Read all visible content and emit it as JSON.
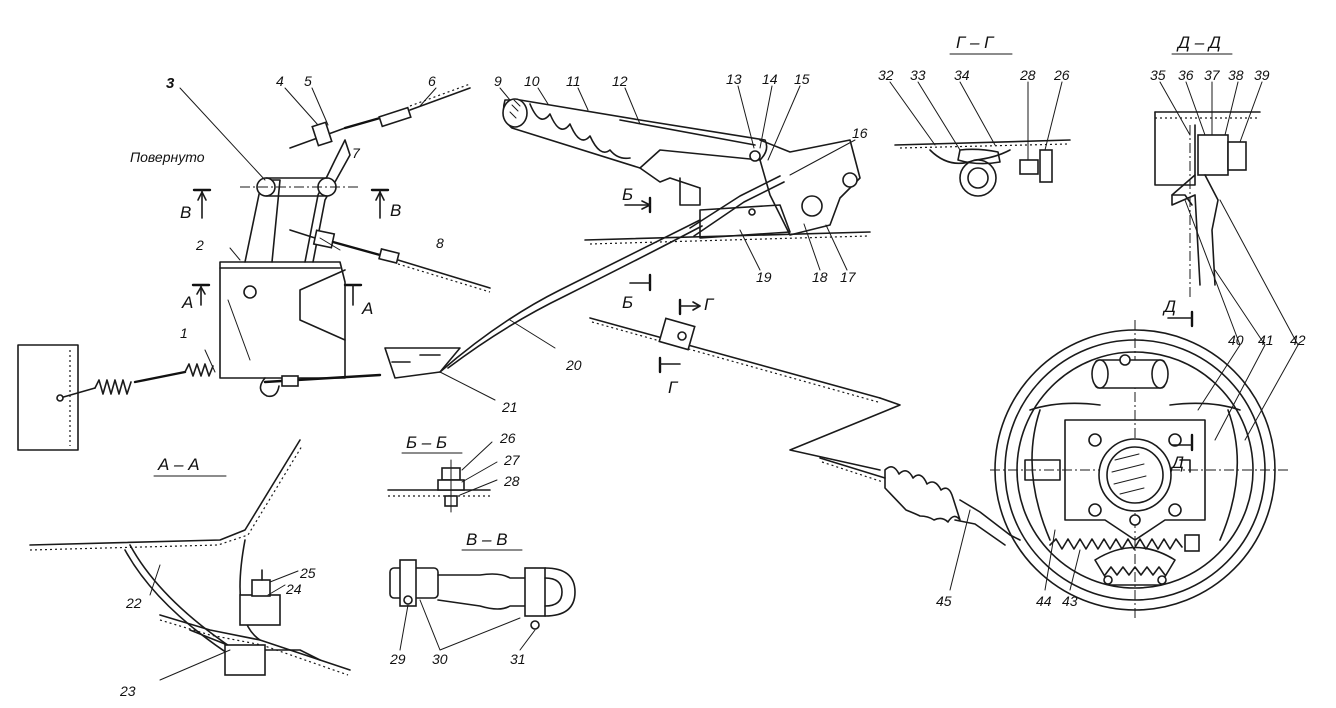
{
  "labels": {
    "n1": "1",
    "n2": "2",
    "n3": "3",
    "n4": "4",
    "n5": "5",
    "n6": "6",
    "n7": "7",
    "n8": "8",
    "n9": "9",
    "n10": "10",
    "n11": "11",
    "n12": "12",
    "n13": "13",
    "n14": "14",
    "n15": "15",
    "n16": "16",
    "n17": "17",
    "n18": "18",
    "n19": "19",
    "n20": "20",
    "n21": "21",
    "n22": "22",
    "n23": "23",
    "n24": "24",
    "n25": "25",
    "n26a": "26",
    "n27": "27",
    "n28a": "28",
    "n29": "29",
    "n30": "30",
    "n31": "31",
    "n32": "32",
    "n33": "33",
    "n34": "34",
    "n28b": "28",
    "n26b": "26",
    "n35": "35",
    "n36": "36",
    "n37": "37",
    "n38": "38",
    "n39": "39",
    "n40": "40",
    "n41": "41",
    "n42": "42",
    "n43": "43",
    "n44": "44",
    "n45": "45"
  },
  "annotations": {
    "rotated": "Повернуто"
  },
  "sections": {
    "aa": "А – А",
    "bb": "Б – Б",
    "vv": "В – В",
    "gg": "Г – Г",
    "dd": "Д – Д"
  },
  "markers": {
    "a": "А",
    "b": "Б",
    "v": "В",
    "g": "Г",
    "d": "Д"
  }
}
